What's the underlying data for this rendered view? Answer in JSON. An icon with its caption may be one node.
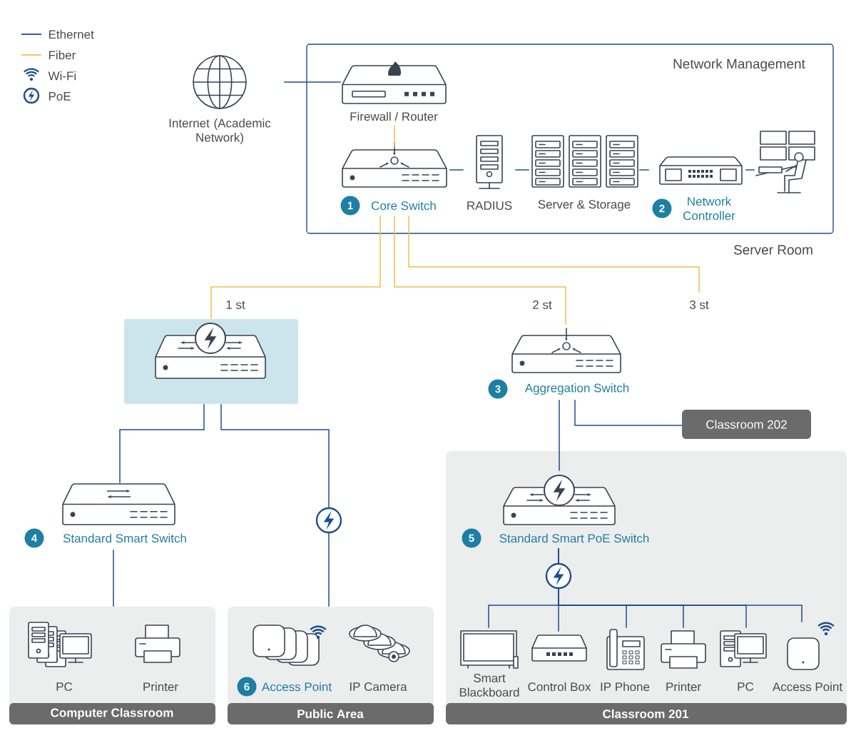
{
  "diagram": {
    "nodes": [
      {
        "text": [
          "Network Management",
          "Server Room"
        ]
      },
      {
        "text": [
          "Internet (Academic Network)"
        ]
      },
      {
        "text": [
          "Firewall / Router"
        ],
        "in": 0
      },
      {
        "text": [
          "1",
          "Core Switch"
        ],
        "in": 0
      },
      {
        "text": [
          "RADIUS"
        ],
        "in": 0
      },
      {
        "text": [
          "Server & Storage"
        ],
        "in": 0
      },
      {
        "text": [
          "2",
          "Network Controller"
        ],
        "in": 0
      },
      {
        "text": [],
        "shape": "picture",
        "in": 0
      },
      {
        "text": [],
        "shape": "box"
      },
      {
        "text": [
          "3",
          "Aggregation Switch"
        ]
      },
      {
        "text": [
          "Classroom 202"
        ]
      },
      {
        "text": [
          "4",
          "Standard Smart Switch"
        ]
      },
      {
        "text": [
          "Computer Classroom"
        ]
      },
      {
        "text": [
          "PC"
        ],
        "in": 12
      },
      {
        "text": [
          "Printer"
        ],
        "in": 12
      },
      {
        "text": [
          "Public Area"
        ]
      },
      {
        "text": [
          "6",
          "Access Point"
        ],
        "in": 15
      },
      {
        "text": [
          "IP Camera"
        ],
        "in": 15
      },
      {
        "text": [
          "Classroom 201"
        ]
      },
      {
        "text": [
          "5",
          "Standard Smart PoE Switch"
        ],
        "in": 18
      },
      {
        "text": [
          "Smart Blackboard"
        ],
        "in": 18
      },
      {
        "text": [
          "Control Box"
        ],
        "in": 18
      },
      {
        "text": [
          "IP Phone"
        ],
        "in": 18
      },
      {
        "text": [
          "Printer"
        ],
        "in": 18
      },
      {
        "text": [
          "PC"
        ],
        "in": 18
      },
      {
        "text": [
          "Access Point"
        ],
        "in": 18
      }
    ],
    "edges": [
      {
        "from": 1,
        "to": 2,
        "arrow": "none"
      },
      {
        "from": 2,
        "to": 3,
        "arrow": "none",
        "color": "#f2c04a"
      },
      {
        "from": 3,
        "to": 4,
        "arrow": "none"
      },
      {
        "from": 4,
        "to": 5,
        "arrow": "none"
      },
      {
        "from": 5,
        "to": 6,
        "arrow": "none"
      },
      {
        "from": 6,
        "to": 7,
        "arrow": "none"
      },
      {
        "from": 3,
        "to": 8,
        "arrow": "none",
        "label": "1 st",
        "color": "#f2c04a"
      },
      {
        "from": 3,
        "to": 9,
        "arrow": "none",
        "label": "2 st",
        "color": "#f2c04a"
      },
      {
        "from": 3,
        "to": null,
        "arrow": "none",
        "label": "3 st",
        "color": "#f2c04a"
      },
      {
        "from": 9,
        "to": 10,
        "arrow": "none"
      },
      {
        "from": 9,
        "to": 19,
        "arrow": "none"
      },
      {
        "from": 8,
        "to": 11,
        "arrow": "none"
      },
      {
        "from": 8,
        "to": 15,
        "arrow": "none"
      },
      {
        "from": 11,
        "to": 12,
        "arrow": "none"
      },
      {
        "from": 19,
        "to": 20,
        "arrow": "none"
      },
      {
        "from": 19,
        "to": 21,
        "arrow": "none"
      },
      {
        "from": 19,
        "to": 22,
        "arrow": "none"
      },
      {
        "from": 19,
        "to": 23,
        "arrow": "none"
      },
      {
        "from": 19,
        "to": 24,
        "arrow": "none"
      },
      {
        "from": 19,
        "to": 25,
        "arrow": "none"
      }
    ],
    "legend": [
      {
        "text": "Ethernet"
      },
      {
        "text": "Fiber"
      },
      {
        "text": "Wi-Fi"
      },
      {
        "text": "PoE"
      }
    ]
  }
}
